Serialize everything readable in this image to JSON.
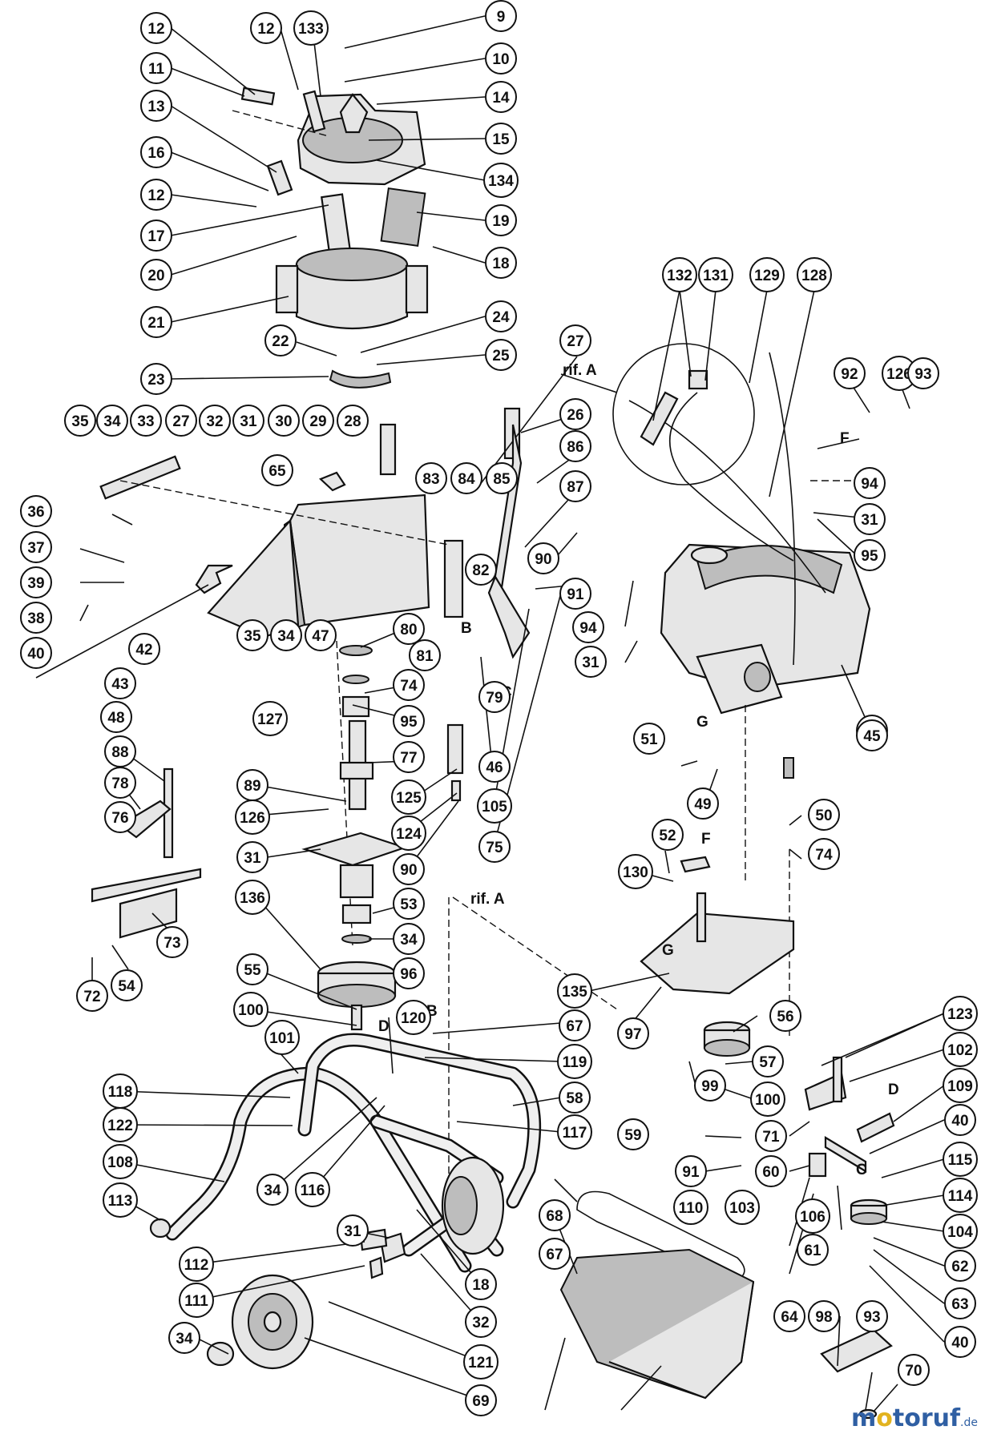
{
  "ref_letters": [
    "rif. A",
    "rif. A",
    "B",
    "B",
    "C",
    "C",
    "D",
    "D",
    "F",
    "F",
    "G",
    "G"
  ],
  "watermark": {
    "pre": "m",
    "o": "o",
    "post": "toruf",
    "suffix": ".de"
  },
  "callouts": [
    "12",
    "12",
    "133",
    "9",
    "10",
    "11",
    "13",
    "14",
    "15",
    "16",
    "12",
    "134",
    "17",
    "19",
    "20",
    "18",
    "21",
    "132",
    "131",
    "129",
    "128",
    "22",
    "24",
    "25",
    "23",
    "27",
    "92",
    "126",
    "93",
    "26",
    "35",
    "34",
    "33",
    "27",
    "32",
    "31",
    "30",
    "29",
    "28",
    "86",
    "65",
    "83",
    "84",
    "85",
    "87",
    "94",
    "36",
    "31",
    "37",
    "95",
    "82",
    "90",
    "39",
    "91",
    "38",
    "94",
    "40",
    "35",
    "34",
    "47",
    "80",
    "81",
    "31",
    "42",
    "74",
    "43",
    "48",
    "127",
    "44",
    "88",
    "79",
    "95",
    "45",
    "78",
    "51",
    "77",
    "89",
    "125",
    "46",
    "49",
    "76",
    "105",
    "124",
    "126",
    "50",
    "52",
    "75",
    "31",
    "90",
    "74",
    "130",
    "53",
    "73",
    "136",
    "34",
    "72",
    "54",
    "96",
    "55",
    "135",
    "100",
    "97",
    "56",
    "120",
    "67",
    "101",
    "123",
    "119",
    "57",
    "99",
    "102",
    "118",
    "58",
    "100",
    "109",
    "122",
    "117",
    "59",
    "71",
    "40",
    "108",
    "34",
    "116",
    "60",
    "91",
    "115",
    "113",
    "103",
    "110",
    "114",
    "68",
    "106",
    "104",
    "31",
    "61",
    "67",
    "62",
    "112",
    "18",
    "111",
    "63",
    "32",
    "40",
    "34",
    "121",
    "64",
    "98",
    "93",
    "69",
    "70"
  ]
}
